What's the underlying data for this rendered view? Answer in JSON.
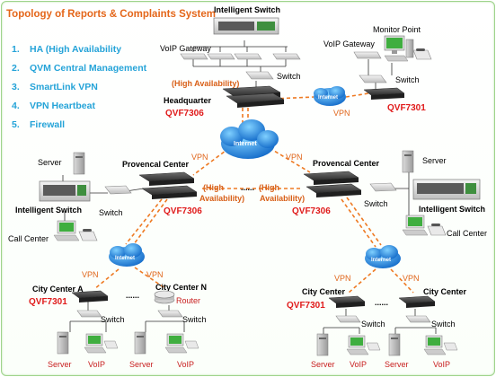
{
  "title": "Topology of Reports & Complaints System",
  "features": [
    {
      "num": "1.",
      "text": "HA (High Availability"
    },
    {
      "num": "2.",
      "text": "QVM Central Management"
    },
    {
      "num": "3.",
      "text": "SmartLink VPN"
    },
    {
      "num": "4.",
      "text": "VPN Heartbeat"
    },
    {
      "num": "5.",
      "text": "Firewall"
    }
  ],
  "labels": {
    "intelligent_switch": "Intelligent Switch",
    "voip_gateway": "VoIP Gateway",
    "switch": "Switch",
    "high_availability": "(High Availability)",
    "headquarter": "Headquarter",
    "monitor_point": "Monitor Point",
    "internet": "Internet",
    "vpn": "VPN",
    "provencal_center": "Provencal Center",
    "server": "Server",
    "call_center": "Call Center",
    "ha_open": "(High",
    "ha_close": "Availability)",
    "dots": "......",
    "city_center_a": "City Center A",
    "city_center_n": "City Center N",
    "city_center": "City Center",
    "router": "Router",
    "voip": "VoIP"
  },
  "models": {
    "hq": "QVF7306",
    "monitor": "QVF7301",
    "prov_left": "QVF7306",
    "prov_right": "QVF7306",
    "city_a": "QVF7301",
    "city_r1": "QVF7301"
  },
  "colors": {
    "title": "#e4661a",
    "list": "#24a3d8",
    "model": "#e01b1b",
    "vpn_line": "#ee7a23",
    "cloud": "#1c86d6",
    "border": "#9fd38c"
  }
}
